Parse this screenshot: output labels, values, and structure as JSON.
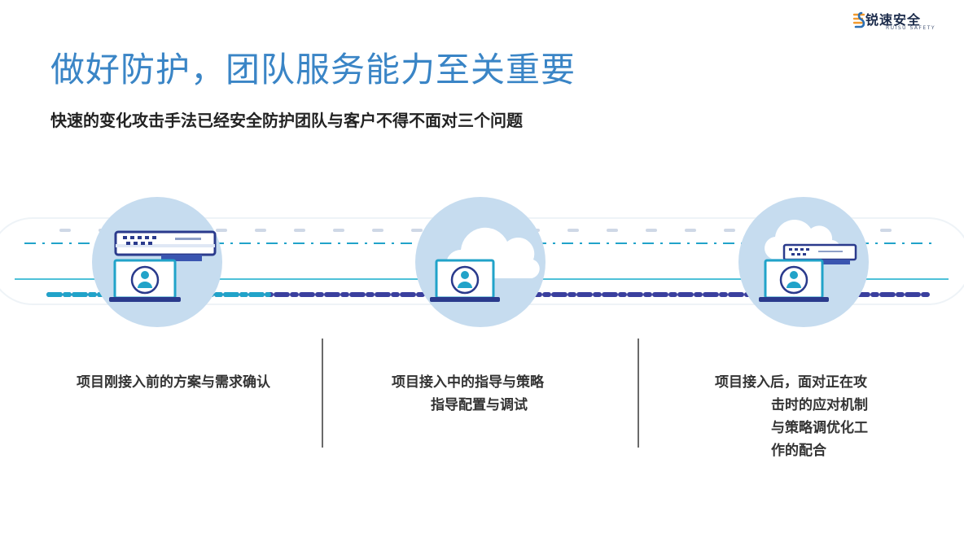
{
  "logo": {
    "name": "锐速安全",
    "subtitle": "RUISU SAFETY",
    "brand_color": "#2b6fb4",
    "accent_color": "#f29a2e"
  },
  "header": {
    "title": "做好防护，团队服务能力至关重要",
    "subtitle": "快速的变化攻击手法已经安全防护团队与客户不得不面对三个问题"
  },
  "stages": [
    {
      "icon": "server-laptop-icon",
      "lines": [
        "项目刚接入前的方案与需求确认"
      ]
    },
    {
      "icon": "cloud-laptop-icon",
      "lines": [
        "项目接入中的指导与策略",
        "指导配置与调试"
      ]
    },
    {
      "icon": "cloud-server-laptop-icon",
      "lines": [
        "项目接入后，面对正在攻",
        "击时的应对机制",
        "与策略调优化工",
        "作的配合"
      ]
    }
  ],
  "colors": {
    "title": "#3a85c6",
    "line_dark": "#2a3a8c",
    "line_cyan": "#21a3c9",
    "circle": "#c6dcef"
  }
}
